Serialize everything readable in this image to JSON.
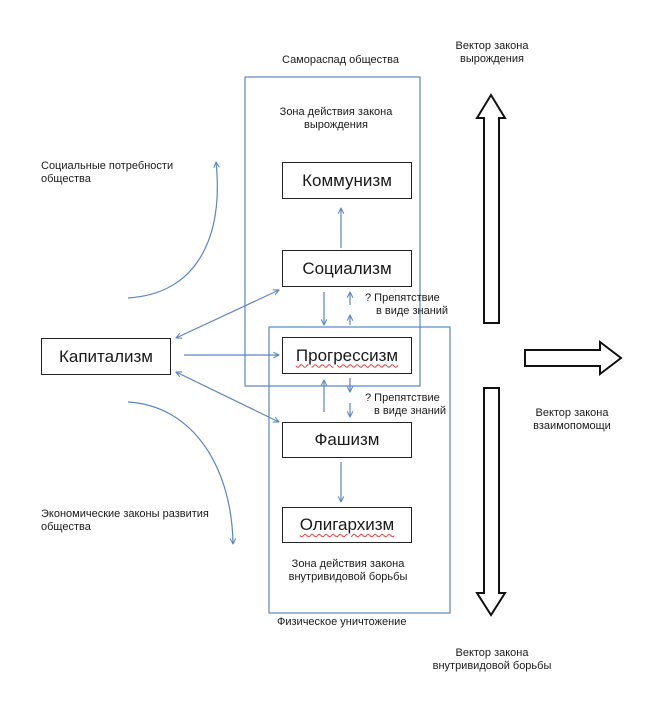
{
  "colors": {
    "arrow_blue": "#5b86c2",
    "zone_border": "#5b86c2",
    "box_border": "#222222",
    "spellcheck_underline": "#e03a3a"
  },
  "zones": {
    "top_caption": "Самораспад общества",
    "top_zone_line1": "Зона действия закона",
    "top_zone_line2": "вырождения",
    "bottom_zone_line1": "Зона действия закона",
    "bottom_zone_line2": "внутривидовой борьбы",
    "bottom_caption": "Физическое уничтожение"
  },
  "boxes": {
    "kapitalizm": "Капитализм",
    "kommunizm": "Коммунизм",
    "sotsializm": "Социализм",
    "progressizm": "Прогрессизм",
    "fashizm": "Фашизм",
    "oligarkhizm": "Олигархизм"
  },
  "obstacles": {
    "upper_line1": "? Препятствие",
    "upper_line2": "в виде знаний",
    "lower_line1": "? Препятствие",
    "lower_line2": "в виде знаний"
  },
  "left_labels": {
    "social_line1": "Социальные потребности",
    "social_line2": "общества",
    "economic_line1": "Экономические законы развития",
    "economic_line2": "общества"
  },
  "vectors": {
    "degeneration_line1": "Вектор закона",
    "degeneration_line2": "вырождения",
    "mutual_aid_line1": "Вектор закона",
    "mutual_aid_line2": "взаимопомощи",
    "struggle_line1": "Вектор закона",
    "struggle_line2": "внутривидовой борьбы"
  }
}
